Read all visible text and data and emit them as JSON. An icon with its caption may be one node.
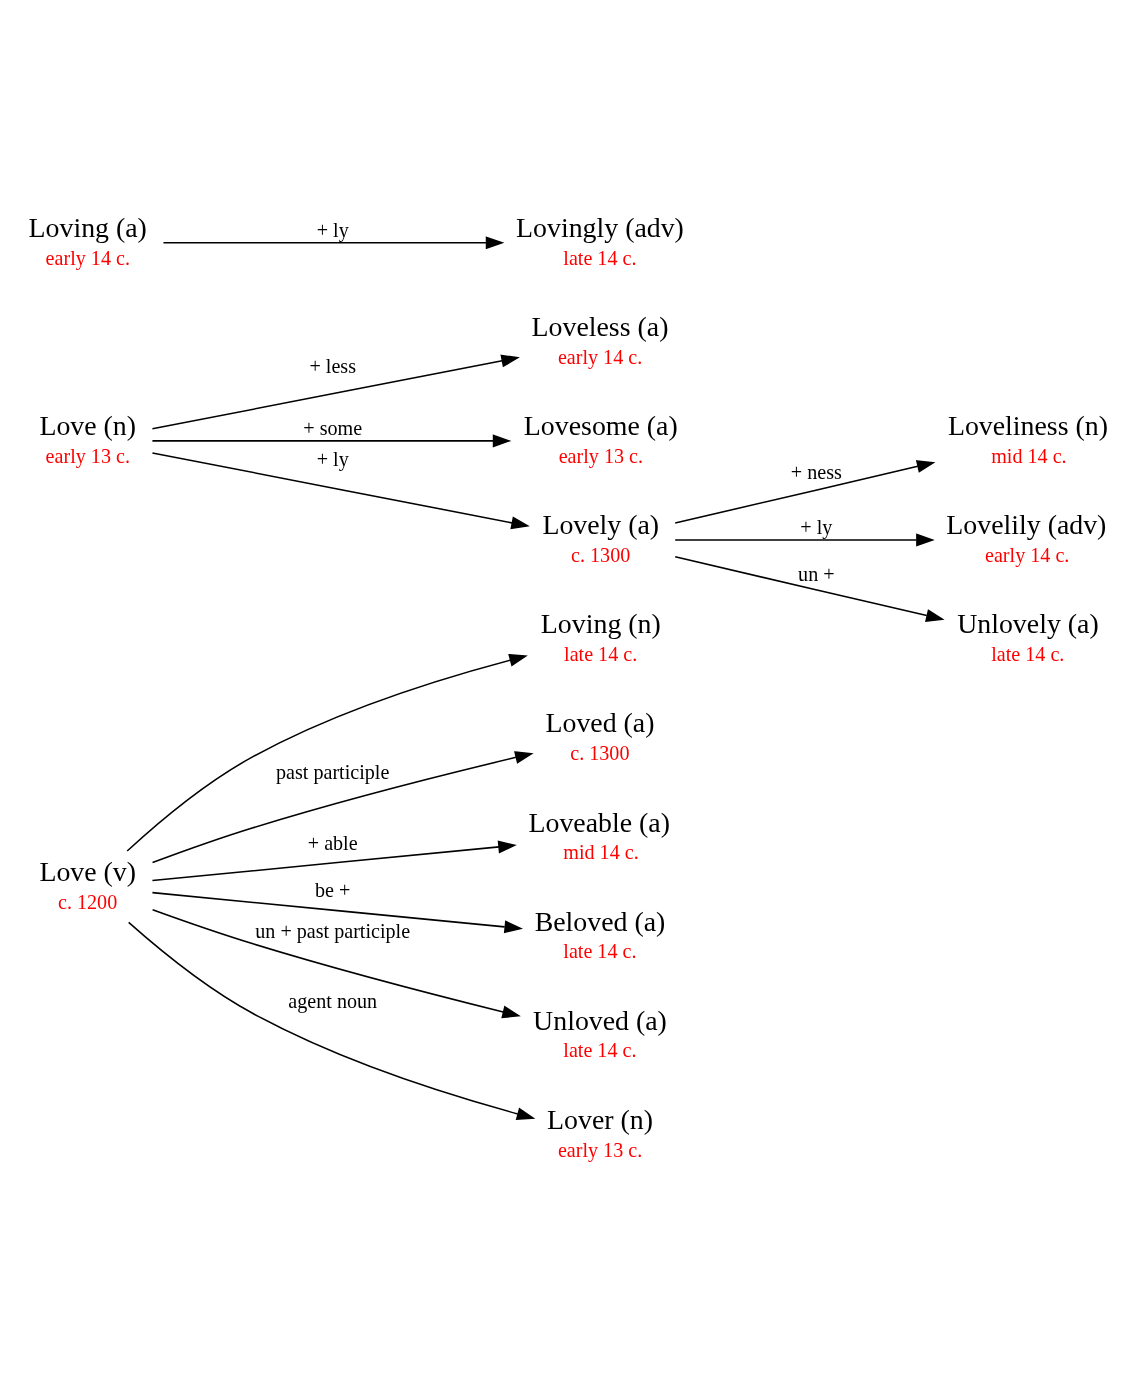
{
  "diagram": {
    "nodes": [
      {
        "text": [
          "Love (v)"
        ],
        "beside": [
          "c. 1200"
        ]
      },
      {
        "text": [
          "Loving (n)"
        ],
        "beside": [
          "late 14 c."
        ]
      },
      {
        "text": [
          "Loved (a)"
        ],
        "beside": [
          "c. 1300"
        ]
      },
      {
        "text": [
          "Loveable (a)"
        ],
        "beside": [
          "mid 14 c."
        ]
      },
      {
        "text": [
          "Beloved (a)"
        ],
        "beside": [
          "late 14 c."
        ]
      },
      {
        "text": [
          "Unloved (a)"
        ],
        "beside": [
          "late 14 c."
        ]
      },
      {
        "text": [
          "Lover (n)"
        ],
        "beside": [
          "early 13 c."
        ]
      },
      {
        "text": [
          "Love (n)"
        ],
        "beside": [
          "early 13 c."
        ]
      },
      {
        "text": [
          "Loveless (a)"
        ],
        "beside": [
          "early 14 c."
        ]
      },
      {
        "text": [
          "Lovesome (a)"
        ],
        "beside": [
          "early 13 c."
        ]
      },
      {
        "text": [
          "Loveliness (n)"
        ],
        "beside": [
          "mid 14 c."
        ]
      },
      {
        "text": [
          "Lovely (a)"
        ],
        "beside": [
          "c. 1300"
        ]
      },
      {
        "text": [
          "Lovelily (adv)"
        ],
        "beside": [
          "early 14 c."
        ]
      },
      {
        "text": [
          "Unlovely (a)"
        ],
        "beside": [
          "late 14 c."
        ]
      },
      {
        "text": [
          "Loving (a)"
        ],
        "beside": [
          "early 14 c."
        ]
      },
      {
        "text": [
          "Lovingly (adv)"
        ],
        "beside": [
          "late 14 c."
        ]
      }
    ],
    "edges": [
      {
        "from": 0,
        "to": 1,
        "arrow": "to"
      },
      {
        "from": 0,
        "to": 2,
        "arrow": "to",
        "label": "past participle"
      },
      {
        "from": 0,
        "to": 3,
        "arrow": "to",
        "label": "+ able"
      },
      {
        "from": 0,
        "to": 4,
        "arrow": "to",
        "label": "be +"
      },
      {
        "from": 0,
        "to": 5,
        "arrow": "to",
        "label": "un + past participle"
      },
      {
        "from": 0,
        "to": 6,
        "arrow": "to",
        "label": "agent noun"
      },
      {
        "from": 7,
        "to": 8,
        "arrow": "to",
        "label": "+ less"
      },
      {
        "from": 7,
        "to": 9,
        "arrow": "to",
        "label": "+ some"
      },
      {
        "from": 7,
        "to": 11,
        "arrow": "to",
        "label": "+ ly"
      },
      {
        "from": 11,
        "to": 10,
        "arrow": "to",
        "label": "+ ness"
      },
      {
        "from": 11,
        "to": 12,
        "arrow": "to",
        "label": "+ ly"
      },
      {
        "from": 11,
        "to": 13,
        "arrow": "to",
        "label": "un +"
      },
      {
        "from": 14,
        "to": 15,
        "arrow": "to",
        "label": "+ ly"
      }
    ]
  }
}
